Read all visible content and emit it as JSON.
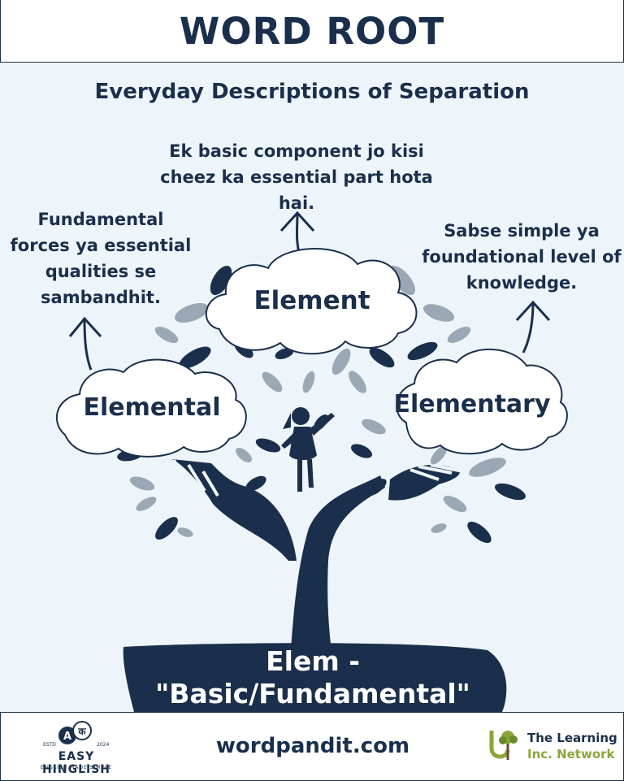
{
  "header": {
    "title": "WORD ROOT"
  },
  "subtitle": "Everyday Descriptions of Separation",
  "words": {
    "center": {
      "word": "Element",
      "description": "Ek basic component jo kisi cheez ka essential part hota hai."
    },
    "left": {
      "word": "Elemental",
      "description": "Fundamental forces ya essential qualities se sambandhit."
    },
    "right": {
      "word": "Elementary",
      "description": "Sabse simple ya foundational level of knowledge."
    }
  },
  "root": {
    "line1": "Elem -",
    "line2": "\"Basic/Fundamental\""
  },
  "footer": {
    "site": "wordpandit.com",
    "easy_hinglish": {
      "name": "EASY HINGLISH",
      "tagline": "ENGLISH MADE SIMPLE",
      "estd": "ESTD",
      "year": "2024",
      "letter_a": "A",
      "letter_k": "क"
    },
    "learning_network": {
      "line1": "The Learning",
      "line2": "Inc. Network"
    }
  },
  "colors": {
    "navy": "#1a2f4b",
    "background": "#eef5fa",
    "leaf_gray": "#9aa8b6",
    "accent_green": "#8aa63a"
  },
  "icons": [
    "arrow-up-icon",
    "child-figure-icon",
    "open-hands-icon",
    "tree-icon"
  ]
}
